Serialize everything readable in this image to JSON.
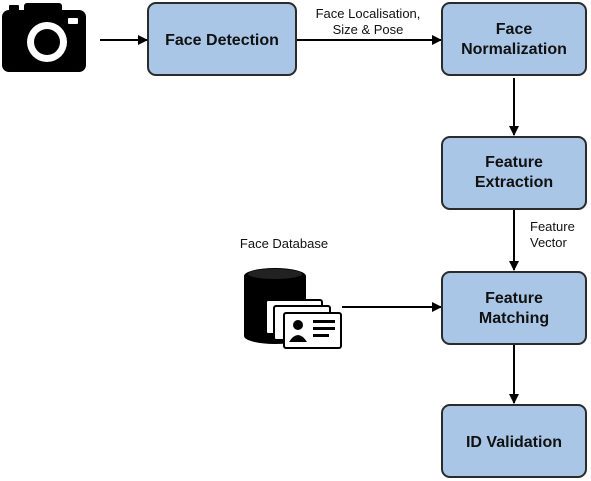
{
  "nodes": {
    "face_detection": {
      "lines": [
        "Face Detection"
      ]
    },
    "face_normalization": {
      "lines": [
        "Face",
        "Normalization"
      ]
    },
    "feature_extraction": {
      "lines": [
        "Feature",
        "Extraction"
      ]
    },
    "feature_matching": {
      "lines": [
        "Feature",
        "Matching"
      ]
    },
    "id_validation": {
      "lines": [
        "ID Validation"
      ]
    }
  },
  "edge_labels": {
    "detection_to_normalization": [
      "Face Localisation,",
      "Size & Pose"
    ],
    "extraction_to_matching": [
      "Feature",
      "Vector"
    ]
  },
  "database_label": "Face Database",
  "icons": {
    "camera": "camera-icon",
    "database": "database-icon",
    "id_cards": "id-card-icon"
  },
  "colors": {
    "box_fill": "#a9c6e6",
    "box_stroke": "#2b2b2b"
  }
}
